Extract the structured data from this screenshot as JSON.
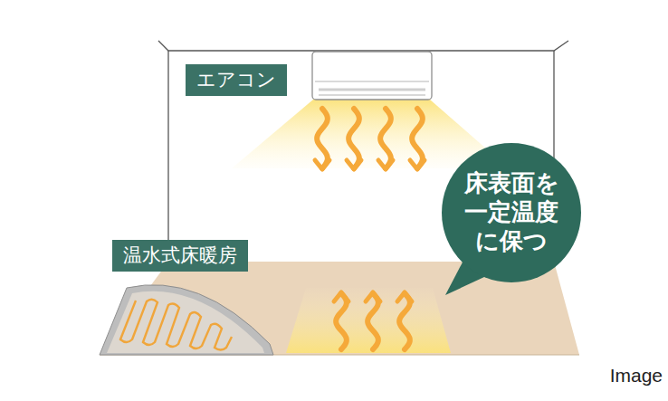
{
  "diagram": {
    "nodes": [
      {
        "text": [
          "エアコン"
        ]
      },
      {
        "text": [
          "床表面を一定温度に保つ"
        ]
      },
      {
        "text": [
          "温水式床暖房"
        ]
      }
    ],
    "labels": [
      "Image"
    ]
  }
}
